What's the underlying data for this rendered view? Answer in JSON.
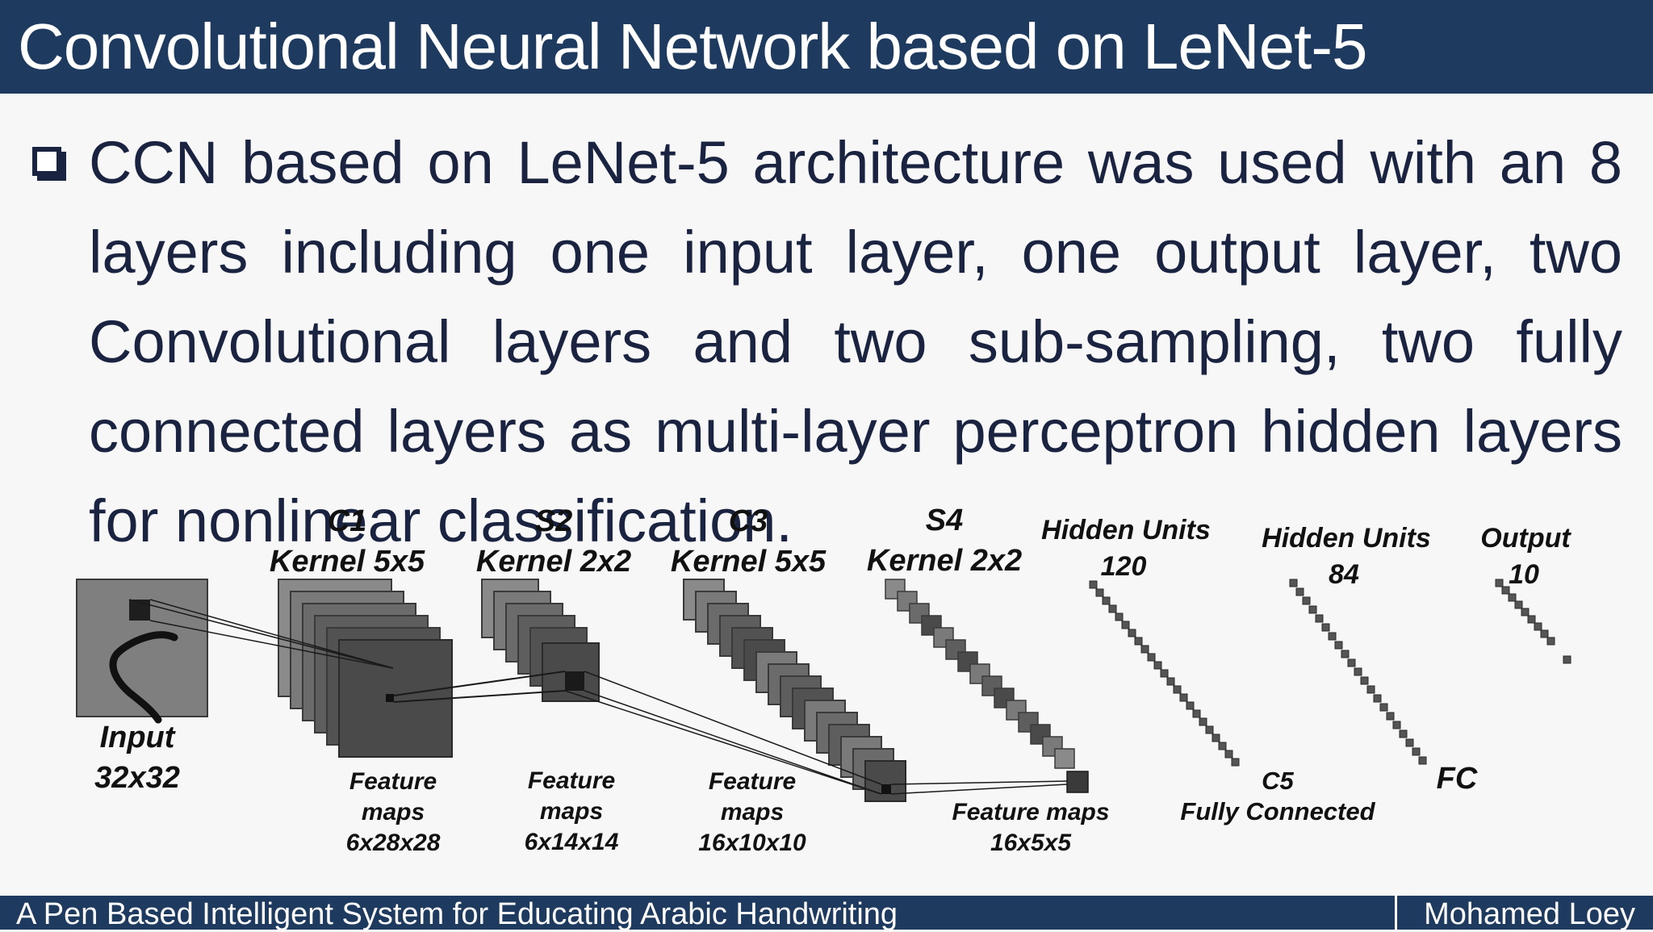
{
  "slide": {
    "title": "Convolutional Neural Network based on LeNet-5",
    "bullet_text": "CCN based on LeNet-5 architecture was used with an 8 layers including one input layer, one output layer, two Convolutional layers and two sub-sampling, two fully connected layers as multi-layer perceptron hidden layers for nonlinear classification."
  },
  "diagram": {
    "input": {
      "line1": "Input",
      "line2": "32x32"
    },
    "c1": {
      "name": "C1",
      "kernel": "Kernel 5x5",
      "fm1": "Feature",
      "fm2": "maps",
      "fm3": "6x28x28"
    },
    "s2": {
      "name": "S2",
      "kernel": "Kernel 2x2",
      "fm1": "Feature",
      "fm2": "maps",
      "fm3": "6x14x14"
    },
    "c3": {
      "name": "C3",
      "kernel": "Kernel 5x5",
      "fm1": "Feature",
      "fm2": "maps",
      "fm3": "16x10x10"
    },
    "s4": {
      "name": "S4",
      "kernel": "Kernel 2x2",
      "fm1": "Feature maps",
      "fm2": "16x5x5"
    },
    "h120": {
      "line1": "Hidden Units",
      "line2": "120"
    },
    "c5": {
      "line1": "C5",
      "line2": "Fully Connected"
    },
    "h84": {
      "line1": "Hidden Units",
      "line2": "84"
    },
    "fc": "FC",
    "output": {
      "line1": "Output",
      "line2": "10"
    }
  },
  "footer": {
    "left": "A Pen Based Intelligent System for Educating Arabic Handwriting",
    "right": "Mohamed Loey"
  }
}
